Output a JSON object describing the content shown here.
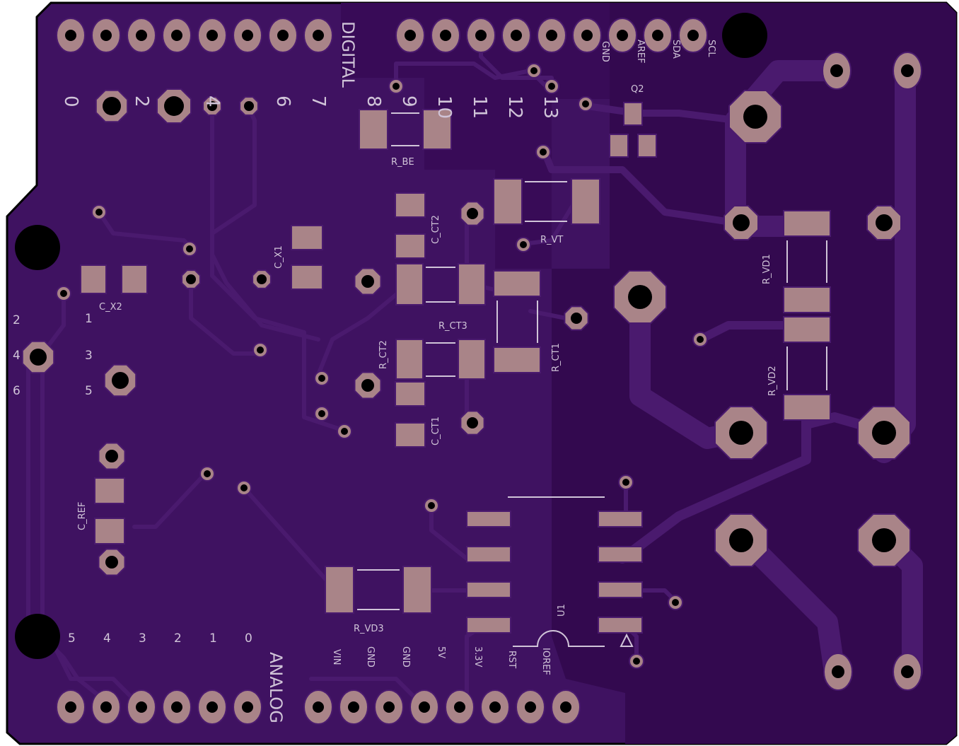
{
  "colors": {
    "board": "#3f1261",
    "board_dark": "#33094f",
    "copper": "#a98488",
    "trace": "#4a1a6e",
    "silkscreen": "#d0c4d8",
    "hole": "#000000"
  },
  "labels": {
    "digital": "DIGITAL",
    "analog": "ANALOG",
    "digital_pins": [
      "0",
      "2",
      "4",
      "6",
      "7",
      "8",
      "9",
      "10",
      "11",
      "12",
      "13"
    ],
    "header_top": [
      "GND",
      "AREF",
      "SDA",
      "SCL"
    ],
    "header_bottom": [
      "VIN",
      "GND",
      "GND",
      "5V",
      "3.3V",
      "RST",
      "IOREF"
    ],
    "analog_pins": [
      "5",
      "4",
      "3",
      "2",
      "1",
      "0"
    ],
    "icsp_left": [
      "2",
      "4",
      "6"
    ],
    "icsp_right": [
      "1",
      "3",
      "5"
    ]
  },
  "components": {
    "q2": "Q2",
    "r_be": "R_BE",
    "r_vt": "R_VT",
    "c_ct2": "C_CT2",
    "c_x1": "C_X1",
    "c_x2": "C_X2",
    "r_ct3": "R_CT3",
    "r_ct2": "R_CT2",
    "r_ct1": "R_CT1",
    "c_ct1": "C_CT1",
    "c_ref": "C_REF",
    "r_vd1": "R_VD1",
    "r_vd2": "R_VD2",
    "r_vd3": "R_VD3",
    "u1": "U1"
  }
}
